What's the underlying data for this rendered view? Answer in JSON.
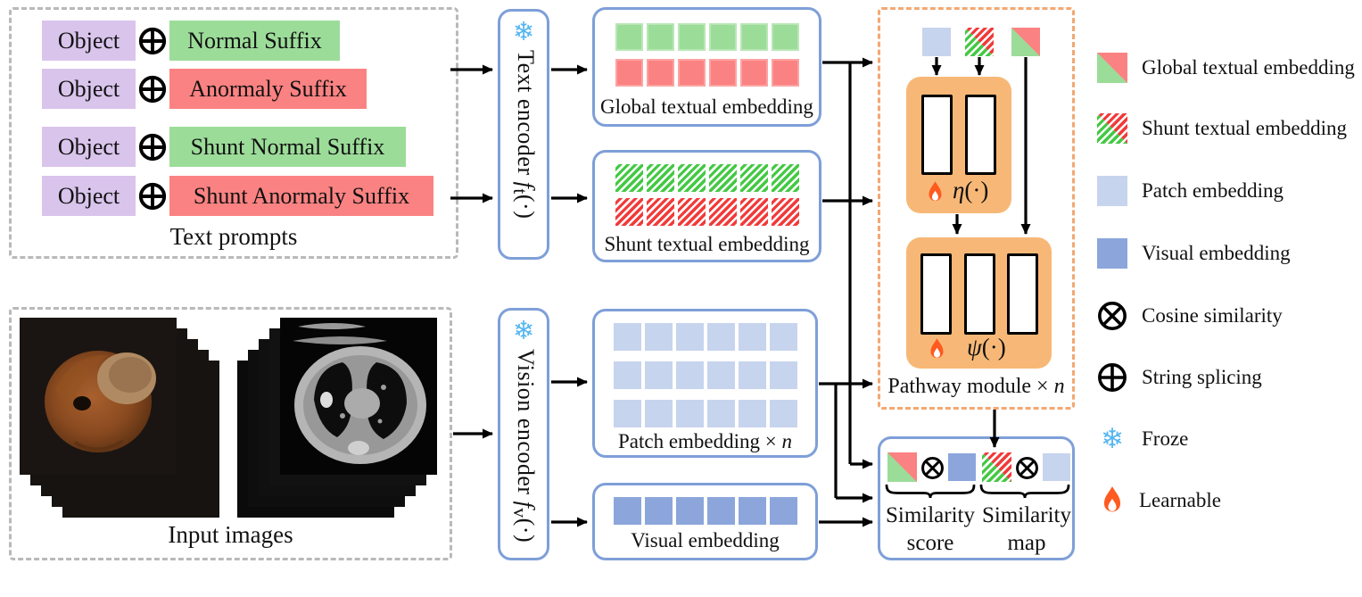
{
  "colors": {
    "object_purple": "#d9c4ec",
    "normal_green": "#9cdc99",
    "anomaly_red": "#fb8282",
    "patch_blue": "#c7d4ee",
    "visual_blue": "#8ca6db",
    "panel_border_blue": "#7e9fd8",
    "module_orange": "#f7b877",
    "orange_dashed": "#f2a873",
    "gray_dashed": "#b9b9b9",
    "snowflake_blue": "#56b6f1",
    "flame_orange": "#ff5a1f",
    "arrow_black": "#000000"
  },
  "text_prompts": {
    "caption": "Text prompts",
    "rows": [
      {
        "object": "Object",
        "suffix": "Normal Suffix",
        "type": "normal"
      },
      {
        "object": "Object",
        "suffix": "Anormaly Suffix",
        "type": "anomaly"
      },
      {
        "object": "Object",
        "suffix": "Shunt Normal Suffix",
        "type": "normal"
      },
      {
        "object": "Object",
        "suffix": "Shunt Anormaly Suffix",
        "type": "anomaly"
      }
    ]
  },
  "input_images": {
    "caption": "Input images"
  },
  "text_encoder": {
    "name": "Text encoder ",
    "f": "f",
    "sub": "t",
    "args": "(·)"
  },
  "vision_encoder": {
    "name": "Vision encoder ",
    "f": "f",
    "sub": "v",
    "args": "(·)"
  },
  "embeddings": {
    "global": {
      "label": "Global textual embedding"
    },
    "shunt": {
      "label": "Shunt textual embedding"
    },
    "patch": {
      "prefix": "Patch embedding × ",
      "var": "n"
    },
    "visual": {
      "label": "Visual embedding"
    }
  },
  "pathway": {
    "prefix": "Pathway module × ",
    "var": "n",
    "eta": "η",
    "eta_args": "(·)",
    "psi": "ψ",
    "psi_args": "(·)"
  },
  "similarity": {
    "score_line1": "Similarity",
    "score_line2": "score",
    "map_line1": "Similarity",
    "map_line2": "map"
  },
  "legend": {
    "items": [
      {
        "icon": "global-textual-embedding-swatch",
        "label": "Global textual embedding"
      },
      {
        "icon": "shunt-textual-embedding-swatch",
        "label": "Shunt textual embedding"
      },
      {
        "icon": "patch-embedding-swatch",
        "label": "Patch embedding"
      },
      {
        "icon": "visual-embedding-swatch",
        "label": "Visual embedding"
      },
      {
        "icon": "cosine-similarity-icon",
        "label": "Cosine similarity"
      },
      {
        "icon": "string-splicing-icon",
        "label": "String splicing"
      },
      {
        "icon": "froze-icon",
        "label": "Froze"
      },
      {
        "icon": "learnable-icon",
        "label": "Learnable"
      }
    ]
  }
}
